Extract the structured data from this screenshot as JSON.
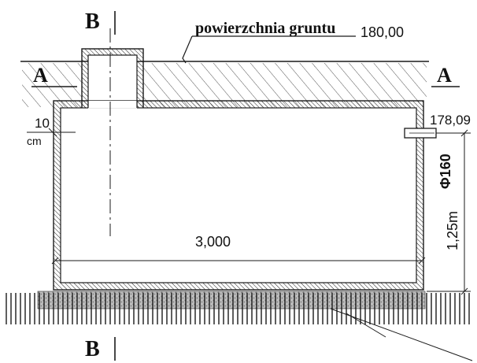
{
  "labels": {
    "section_b_top": "B",
    "section_b_bottom": "B",
    "section_a_left": "A",
    "section_a_right": "A",
    "ground_surface": "powierzchnia gruntu",
    "ground_elevation": "180,00",
    "wall_thickness_value": "10",
    "wall_thickness_unit": "cm",
    "pipe_elevation": "178,09",
    "pipe_diameter": "Φ160",
    "tank_height": "1,25m",
    "tank_length": "3,000"
  },
  "colors": {
    "line": "#1a1a1a",
    "hatch": "#2a2a2a",
    "sand": "#9a9a9a"
  }
}
